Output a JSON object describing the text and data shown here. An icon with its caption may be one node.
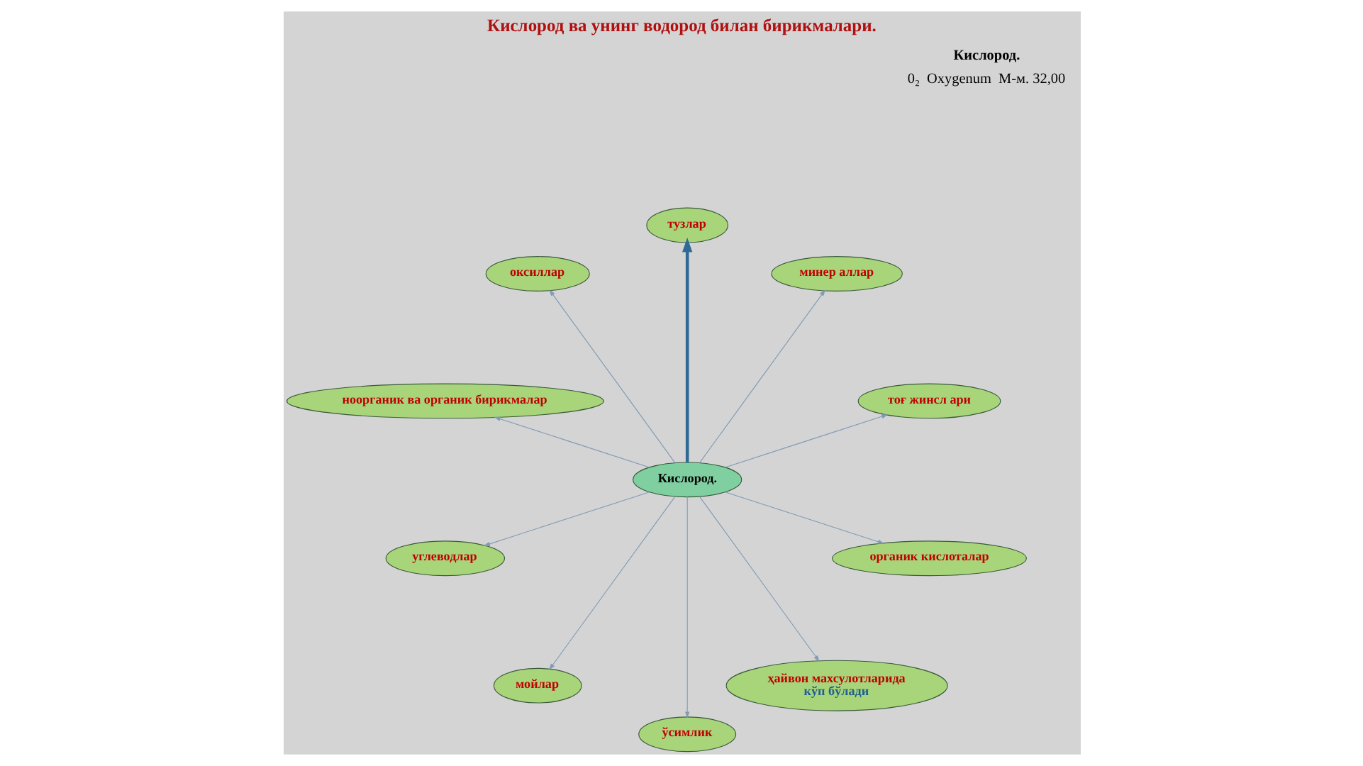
{
  "diagram": {
    "title": "Кислород ва унинг водород билан бирикмалари.",
    "nodes": [
      {
        "text": [
          "тоғ жинсл ари"
        ]
      },
      {
        "text": [
          "минер аллар"
        ]
      },
      {
        "text": [
          "тузлар"
        ]
      },
      {
        "text": [
          "оксиллар"
        ]
      },
      {
        "text": [
          "ноорганик ва органик бирикмалар"
        ]
      },
      {
        "text": [
          "углеводлар"
        ]
      },
      {
        "text": [
          "Кислород."
        ]
      },
      {
        "text": [
          "мойлар"
        ]
      },
      {
        "text": [
          "ўсимлик"
        ]
      },
      {
        "text": [
          "ҳайвон махсулотларида",
          "кўп бўлади"
        ]
      },
      {
        "text": [
          "органик кислоталар"
        ]
      }
    ],
    "edges": [
      {
        "from": 6,
        "to": 0,
        "arrow": "to"
      },
      {
        "from": 6,
        "to": 1,
        "arrow": "to"
      },
      {
        "from": 6,
        "to": 2,
        "arrow": "to",
        "style": "thick",
        "color": "#2f6a96"
      },
      {
        "from": 6,
        "to": 3,
        "arrow": "to"
      },
      {
        "from": 6,
        "to": 5,
        "arrow": "to"
      },
      {
        "from": 6,
        "to": 7,
        "arrow": "to"
      },
      {
        "from": 6,
        "to": 10,
        "arrow": "to"
      },
      {
        "from": 6,
        "to": 9,
        "arrow": "to"
      },
      {
        "from": 6,
        "to": 8,
        "arrow": "to"
      },
      {
        "from": 6,
        "to": 4,
        "arrow": "to"
      }
    ],
    "labels": [
      "Кислород.",
      "0₂",
      "Oxygenum",
      "М-м. 32,00"
    ]
  }
}
